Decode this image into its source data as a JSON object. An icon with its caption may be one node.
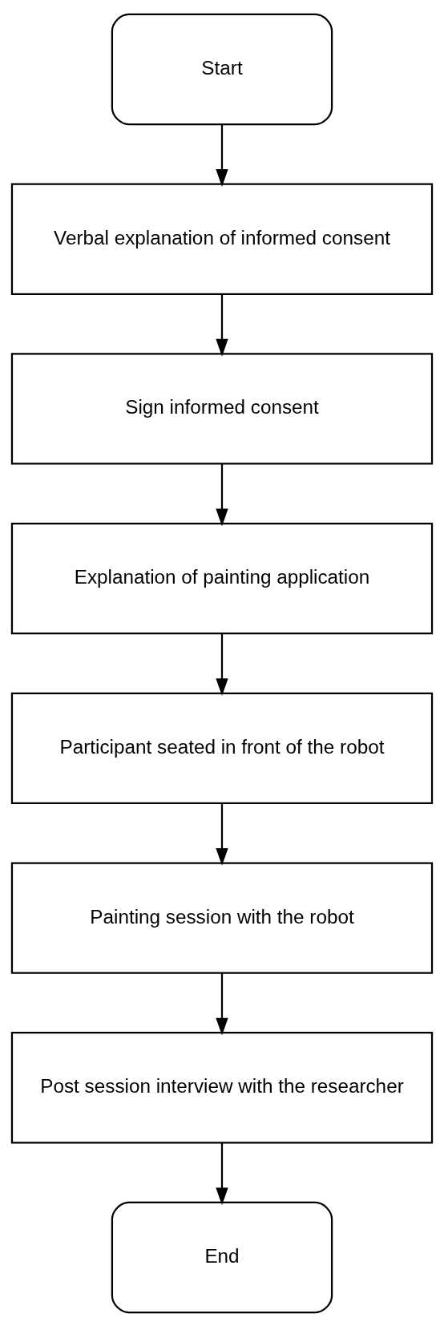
{
  "diagram": {
    "nodes": [
      {
        "text": [
          "Start"
        ]
      },
      {
        "text": [
          "Verbal explanation of informed consent"
        ]
      },
      {
        "text": [
          "Sign informed consent"
        ]
      },
      {
        "text": [
          "Explanation of painting application"
        ]
      },
      {
        "text": [
          "Participant seated in front of the robot"
        ]
      },
      {
        "text": [
          "Painting session with the robot"
        ]
      },
      {
        "text": [
          "Post session interview with the researcher"
        ]
      },
      {
        "text": [
          "End"
        ]
      }
    ],
    "edges": [
      {
        "from": 0,
        "to": 1,
        "arrow": "to"
      },
      {
        "from": 1,
        "to": 2,
        "arrow": "to"
      },
      {
        "from": 2,
        "to": 3,
        "arrow": "to"
      },
      {
        "from": 3,
        "to": 4,
        "arrow": "to"
      },
      {
        "from": 4,
        "to": 5,
        "arrow": "to"
      },
      {
        "from": 5,
        "to": 6,
        "arrow": "to"
      },
      {
        "from": 6,
        "to": 7,
        "arrow": "to"
      }
    ]
  }
}
